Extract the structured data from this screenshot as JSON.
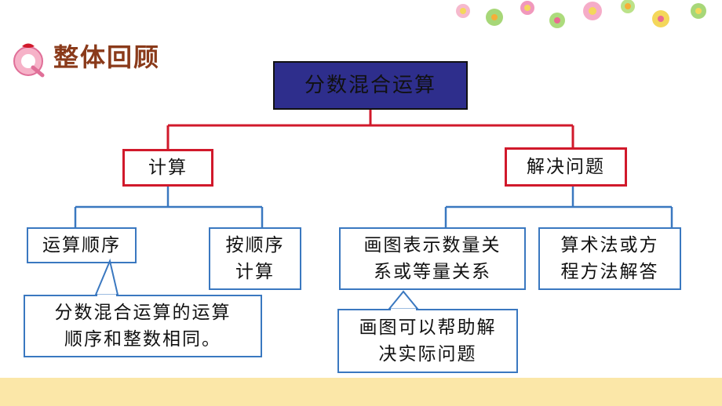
{
  "title": "整体回顾",
  "root": "分数混合运算",
  "branches": [
    {
      "label": "计算",
      "children": [
        "运算顺序",
        "按顺序\n计算"
      ],
      "note": "分数混合运算的运算\n顺序和整数相同。"
    },
    {
      "label": "解决问题",
      "children": [
        "画图表示数量关\n系或等量关系",
        "算术法或方\n程方法解答"
      ],
      "note": "画图可以帮助解\n决实际问题"
    }
  ],
  "colors": {
    "root_fill": "#2e2e8c",
    "level1_border": "#d1192b",
    "level2_border": "#3a78c0",
    "connector": "#d1192b",
    "connector_lower": "#3a78c0",
    "title": "#8a3a1a"
  },
  "icons": [
    "strawberry-q-icon",
    "flower-decoration"
  ]
}
